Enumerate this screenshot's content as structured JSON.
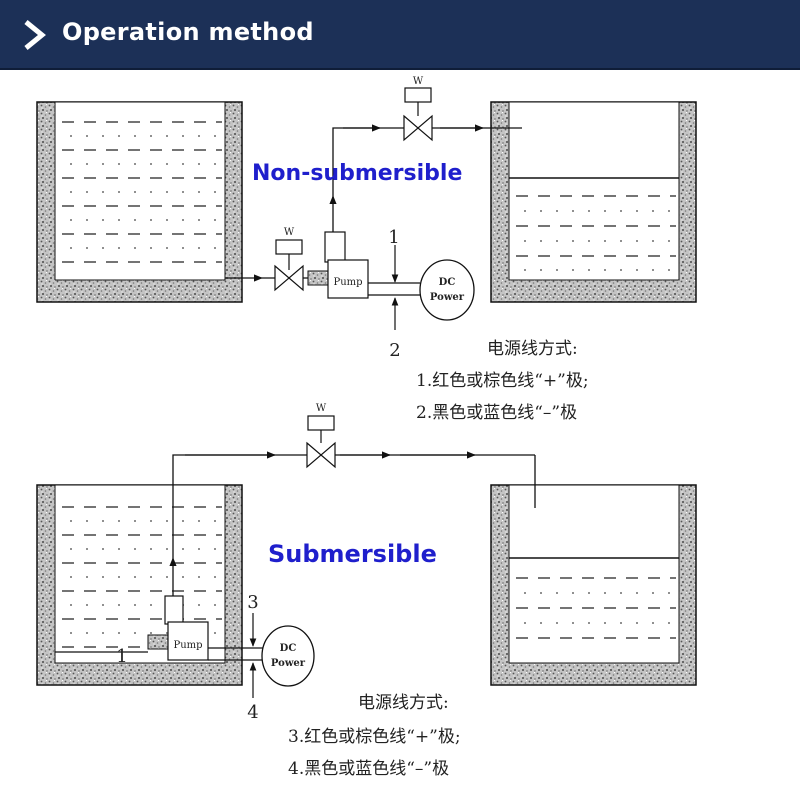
{
  "header": {
    "title": "Operation method",
    "icon": "chevron-right-icon",
    "bg_color": "#1c3057"
  },
  "top": {
    "mode_label": "Non-submersible",
    "valve_label": "W",
    "valve_label_2": "W",
    "pump_label": "Pump",
    "power_line1": "DC",
    "power_line2": "Power",
    "wire_1": "1",
    "wire_2": "2",
    "note_title": "电源线方式:",
    "note_line1": "1.红色或棕色线“+”极;",
    "note_line2": "2.黑色或蓝色线“–”极"
  },
  "bottom": {
    "mode_label": "Submersible",
    "valve_label": "W",
    "pump_label": "Pump",
    "power_line1": "DC",
    "power_line2": "Power",
    "wire_3": "3",
    "wire_4": "4",
    "tank_mark": "1",
    "note_title": "电源线方式:",
    "note_line1": "3.红色或棕色线“+”极;",
    "note_line2": "4.黑色或蓝色线“–”极"
  },
  "colors": {
    "label_blue": "#1f1fcc",
    "line": "#111111",
    "tank_fill": "#bdbdbd"
  }
}
